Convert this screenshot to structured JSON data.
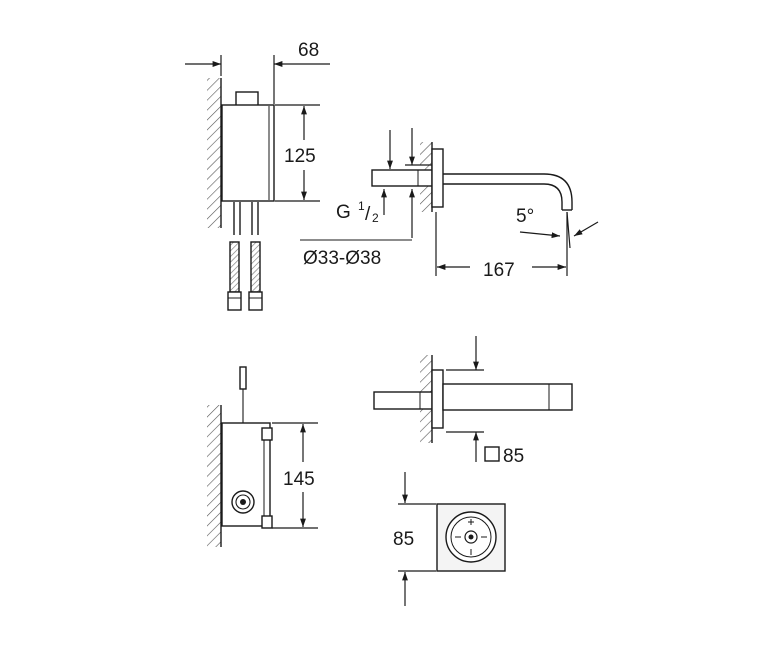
{
  "dimensions": {
    "box_depth": "68",
    "box_height": "125",
    "thread": "G",
    "thread_frac_num": "1",
    "thread_frac_den": "2",
    "wall_diameter": "Ø33-Ø38",
    "angle": "5°",
    "spout_length": "167",
    "control_height": "145",
    "plate_square": "85",
    "plate_height": "85"
  },
  "colors": {
    "line": "#1a1a1a",
    "hatch": "#555555",
    "hose": "#777777",
    "panel": "#f0f0f0"
  }
}
